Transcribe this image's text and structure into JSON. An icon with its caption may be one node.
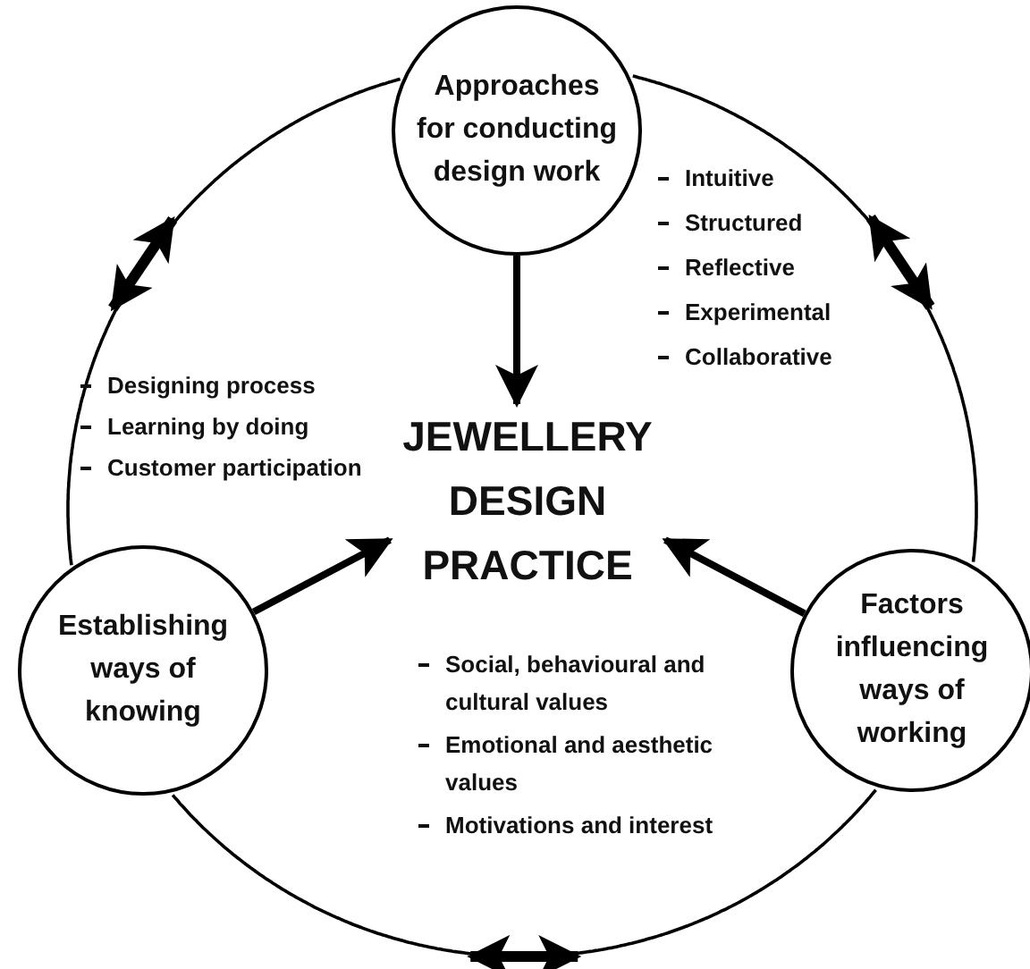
{
  "diagram": {
    "nodes": [
      {
        "text": [
          "Approaches for conducting design work"
        ],
        "beside": [
          "Intuitive",
          "Structured",
          "Reflective",
          "Experimental",
          "Collaborative"
        ]
      },
      {
        "text": [
          "JEWELLERY DESIGN PRACTICE"
        ]
      },
      {
        "text": [
          "Establishing ways of knowing"
        ],
        "beside": [
          "Designing process",
          "Learning by doing",
          "Customer participation"
        ]
      },
      {
        "text": [
          "Factors influencing ways of working"
        ],
        "beside": [
          "Social, behavioural and cultural values",
          "Emotional and aesthetic values",
          "Motivations and interest"
        ]
      }
    ],
    "edges": [
      {
        "from": 0,
        "to": 1,
        "arrow": "to",
        "style": "thick"
      },
      {
        "from": 2,
        "to": 1,
        "arrow": "to",
        "style": "thick"
      },
      {
        "from": 3,
        "to": 1,
        "arrow": "to",
        "style": "thick"
      },
      {
        "from": 0,
        "to": 2,
        "arrow": "none"
      },
      {
        "from": 0,
        "to": 3,
        "arrow": "none"
      },
      {
        "from": 2,
        "to": 3,
        "arrow": "none"
      }
    ]
  }
}
